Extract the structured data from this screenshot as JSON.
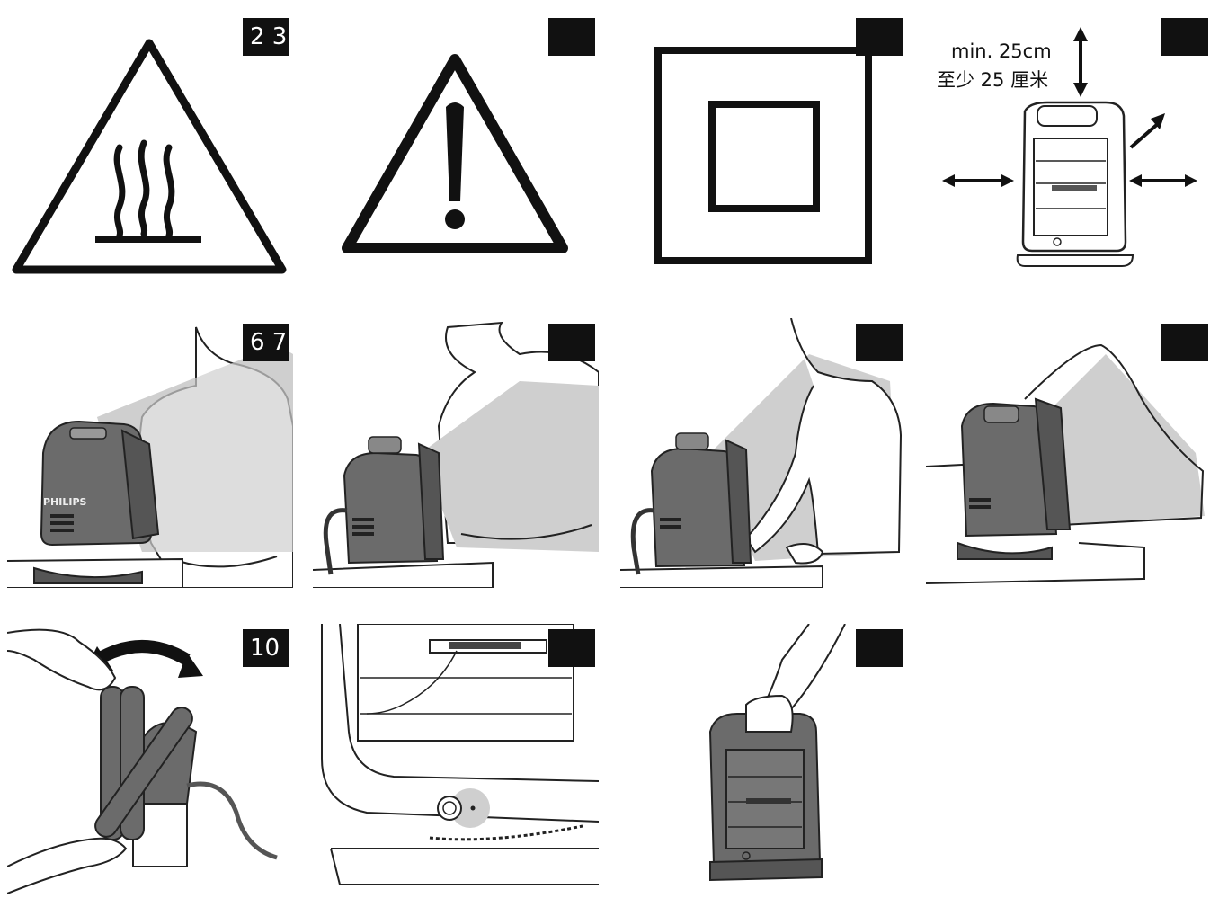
{
  "steps": {
    "s1": "2 3",
    "s2": "",
    "s3": "",
    "s4": "",
    "s5": "6 7",
    "s6": "",
    "s7": "",
    "s8": "",
    "s9": "10",
    "s10": "",
    "s11": ""
  },
  "clearance": {
    "line1": "min. 25cm",
    "line2": "至少 25 厘米"
  },
  "brand": {
    "logo": "PHILIPS"
  },
  "icons": {
    "hot_surface": "hot-surface-warning-icon",
    "caution": "exclamation-warning-icon",
    "class2": "double-insulation-icon"
  },
  "colors": {
    "ink": "#111111",
    "device": "#6b6b6b",
    "heat_zone": "#cfcfcf"
  }
}
